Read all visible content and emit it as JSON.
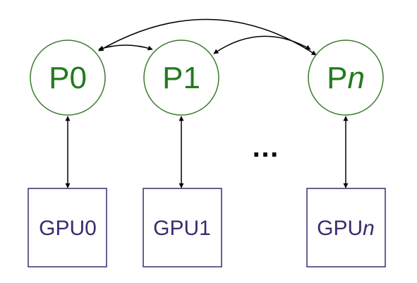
{
  "processes": [
    {
      "id": "p0",
      "prefix": "P",
      "suffix": "0",
      "suffix_italic": false
    },
    {
      "id": "p1",
      "prefix": "P",
      "suffix": "1",
      "suffix_italic": false
    },
    {
      "id": "pn",
      "prefix": "P",
      "suffix": "n",
      "suffix_italic": true
    }
  ],
  "gpus": [
    {
      "id": "gpu0",
      "prefix": "GPU",
      "suffix": "0",
      "suffix_italic": false
    },
    {
      "id": "gpu1",
      "prefix": "GPU",
      "suffix": "1",
      "suffix_italic": false
    },
    {
      "id": "gpun",
      "prefix": "GPU",
      "suffix": "n",
      "suffix_italic": true
    }
  ],
  "ellipsis": "…",
  "colors": {
    "process_stroke": "#3a7a2e",
    "process_text": "#237a1e",
    "gpu_stroke": "#3d2a6b",
    "gpu_text": "#3d2a6b",
    "arrow": "#000000"
  }
}
